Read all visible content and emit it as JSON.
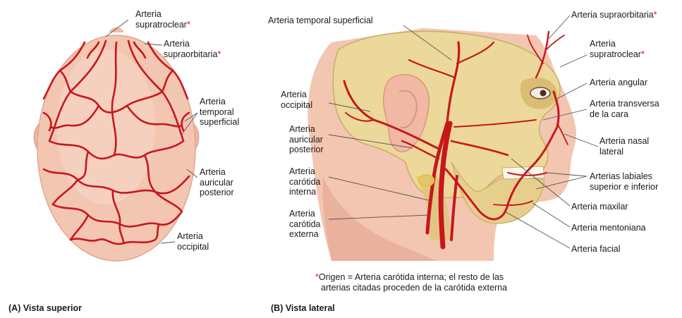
{
  "colors": {
    "artery": "#c8161d",
    "skin": "#f3c6b2",
    "skin_shadow": "#e5a78f",
    "bone": "#ecd89a",
    "bone_shadow": "#c9ad62",
    "leader": "#555555",
    "asterisk": "#d4141c"
  },
  "panel_a": {
    "caption": "(A) Vista superior",
    "labels": {
      "supratroclear": "Arteria\nsupratroclear",
      "supratroclear_mark": "*",
      "supraorbitaria": "Arteria\nsupraorbitaria",
      "supraorbitaria_mark": "*",
      "temporal": "Arteria\ntemporal\nsuperficial",
      "auricular": "Arteria\nauricular\nposterior",
      "occipital": "Arteria\noccipital"
    }
  },
  "panel_b": {
    "caption": "(B) Vista lateral",
    "labels": {
      "temporal": "Arteria temporal superficial",
      "occipital": "Arteria\noccipital",
      "auricular": "Arteria\nauricular\nposterior",
      "carotida_interna": "Arteria\ncarótida\ninterna",
      "carotida_externa": "Arteria\ncarótida\nexterna",
      "supraorbitaria": "Arteria supraorbitaria",
      "supraorbitaria_mark": "*",
      "supratroclear": "Arteria\nsupratroclear",
      "supratroclear_mark": "*",
      "angular": "Arteria angular",
      "transversa": "Arteria transversa\nde la cara",
      "nasal": "Arteria nasal\nlateral",
      "labiales": "Arterias labiales\nsuperior e inferior",
      "maxilar": "Arteria maxilar",
      "mentoniana": "Arteria mentoniana",
      "facial": "Arteria facial"
    },
    "note": {
      "mark": "*",
      "line1": "Origen = Arteria carótida interna; el resto de las",
      "line2": "arterias citadas proceden de la carótida externa"
    }
  }
}
